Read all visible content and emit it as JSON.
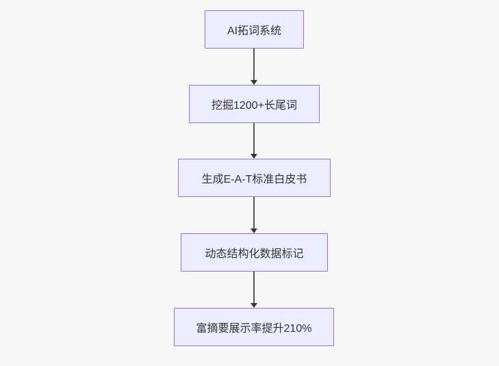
{
  "diagram": {
    "type": "flowchart-top-down",
    "colors": {
      "background": "#f7f7f7",
      "node_fill": "#ECECFF",
      "node_border": "#9370DB",
      "node_text": "#333333",
      "edge_line": "#555555",
      "edge_arrowhead": "#333333"
    },
    "nodes": [
      {
        "id": "node-1",
        "label": "AI拓词系统"
      },
      {
        "id": "node-2",
        "label": "挖掘1200+长尾词"
      },
      {
        "id": "node-3",
        "label": "生成E-A-T标准白皮书"
      },
      {
        "id": "node-4",
        "label": "动态结构化数据标记"
      },
      {
        "id": "node-5",
        "label": "富摘要展示率提升210%"
      }
    ],
    "edges": [
      {
        "from": "AI拓词系统",
        "to": "挖掘1200+长尾词",
        "style": "arrow-down"
      },
      {
        "from": "挖掘1200+长尾词",
        "to": "生成E-A-T标准白皮书",
        "style": "arrow-down"
      },
      {
        "from": "生成E-A-T标准白皮书",
        "to": "动态结构化数据标记",
        "style": "arrow-down"
      },
      {
        "from": "动态结构化数据标记",
        "to": "富摘要展示率提升210%",
        "style": "arrow-down"
      }
    ]
  }
}
